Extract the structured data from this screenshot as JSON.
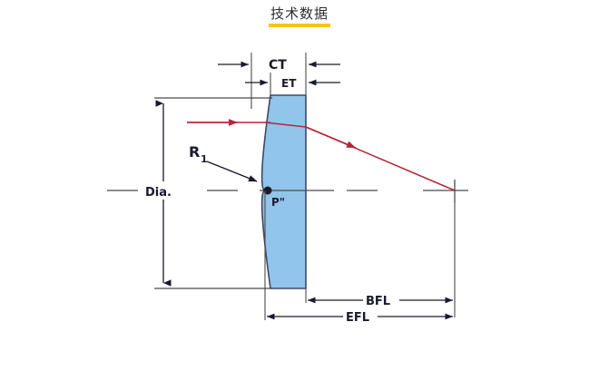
{
  "page": {
    "title": "技术数据",
    "title_underline_color": "#f5c518",
    "background": "#ffffff"
  },
  "diagram": {
    "name": "plano-convex-lens-optical-diagram",
    "type": "optical-lens-cross-section",
    "lens": {
      "label": "plano-convex lens",
      "fill_color": "#92c5ec",
      "stroke_color": "#3c4a66"
    },
    "ray_color": "#b5273c",
    "axis_color": "#4a4a4a",
    "dimension_color": "#1a1a2e",
    "labels": {
      "center_thickness": "CT",
      "edge_thickness": "ET",
      "diameter": "Dia.",
      "radius_1": "R",
      "radius_1_subscript": "1",
      "principal_point": "P\"",
      "back_focal_length": "BFL",
      "effective_focal_length": "EFL"
    }
  },
  "chart_data": {
    "type": "diagram",
    "title": "技术数据",
    "subject": "Plano-convex lens technical drawing",
    "elements": [
      {
        "name": "CT",
        "meaning": "Center Thickness",
        "position": "top",
        "orientation": "horizontal"
      },
      {
        "name": "ET",
        "meaning": "Edge Thickness",
        "position": "top",
        "orientation": "horizontal"
      },
      {
        "name": "Dia.",
        "meaning": "Diameter",
        "position": "left",
        "orientation": "vertical"
      },
      {
        "name": "R1",
        "meaning": "Radius of curvature of first surface",
        "position": "left-inner",
        "orientation": "leader-arrow"
      },
      {
        "name": "P\"",
        "meaning": "Rear principal point",
        "position": "on-axis",
        "orientation": "point-marker"
      },
      {
        "name": "BFL",
        "meaning": "Back Focal Length",
        "position": "bottom",
        "orientation": "horizontal"
      },
      {
        "name": "EFL",
        "meaning": "Effective Focal Length",
        "position": "bottom",
        "orientation": "horizontal"
      }
    ]
  }
}
